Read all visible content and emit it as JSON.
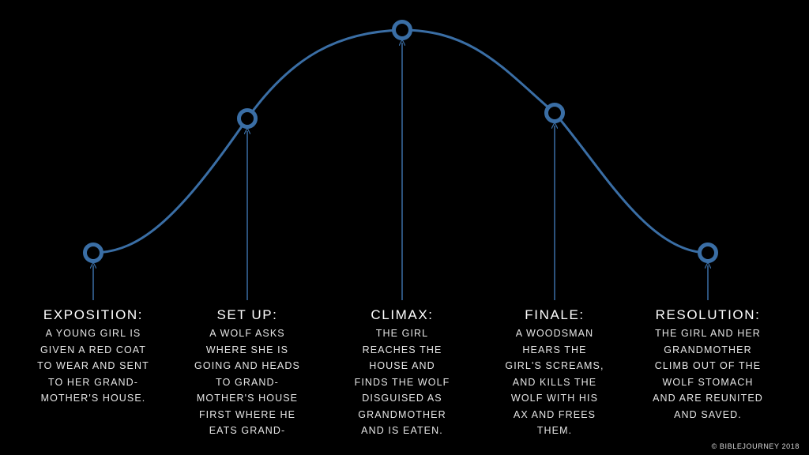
{
  "colors": {
    "curve": "#3a6ea5",
    "background": "#000000",
    "text": "#ffffff"
  },
  "stages": [
    {
      "title": "EXPOSITION:",
      "lines": [
        "A YOUNG GIRL IS",
        "GIVEN A RED COAT",
        "TO WEAR AND SENT",
        "TO HER GRAND-",
        "MOTHER'S HOUSE."
      ]
    },
    {
      "title": "SET UP:",
      "lines": [
        "A WOLF ASKS",
        "WHERE SHE IS",
        "GOING AND HEADS",
        "TO GRAND-",
        "MOTHER'S HOUSE",
        "FIRST WHERE HE",
        "EATS GRAND-"
      ]
    },
    {
      "title": "CLIMAX:",
      "lines": [
        "THE GIRL",
        "REACHES THE",
        "HOUSE AND",
        "FINDS THE WOLF",
        "DISGUISED AS",
        "GRANDMOTHER",
        "AND IS EATEN."
      ]
    },
    {
      "title": "FINALE:",
      "lines": [
        "A WOODSMAN",
        "HEARS THE",
        "GIRL'S SCREAMS,",
        "AND KILLS THE",
        "WOLF WITH HIS",
        "AX AND FREES",
        "THEM."
      ]
    },
    {
      "title": "RESOLUTION:",
      "lines": [
        "THE GIRL AND HER",
        "GRANDMOTHER",
        "CLIMB OUT OF THE",
        "WOLF STOMACH",
        "AND ARE REUNITED",
        "AND SAVED."
      ]
    }
  ],
  "footer": {
    "copyright": "© BIBLEJOURNEY 2018"
  }
}
